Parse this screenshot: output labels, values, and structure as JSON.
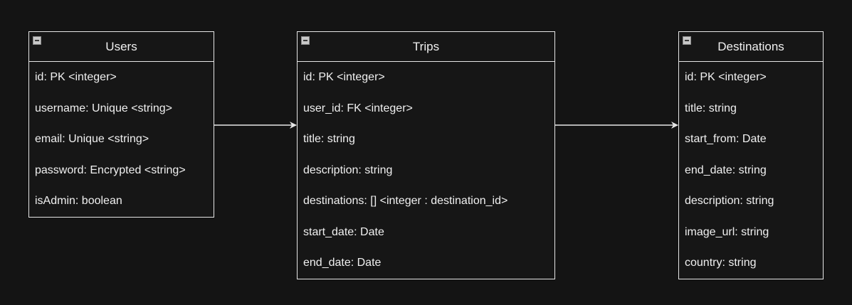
{
  "entities": {
    "users": {
      "title": "Users",
      "fields": [
        "id: PK <integer>",
        "username: Unique <string>",
        "email: Unique <string>",
        "password: Encrypted <string>",
        "isAdmin: boolean"
      ]
    },
    "trips": {
      "title": "Trips",
      "fields": [
        "id: PK <integer>",
        "user_id: FK <integer>",
        "title: string",
        "description: string",
        "destinations: [] <integer : destination_id>",
        "start_date: Date",
        "end_date: Date"
      ]
    },
    "destinations": {
      "title": "Destinations",
      "fields": [
        "id: PK <integer>",
        "title: string",
        "start_from: Date",
        "end_date: string",
        "description: string",
        "image_url: string",
        "country: string"
      ]
    }
  },
  "colors": {
    "background": "#141414",
    "stroke": "#e6e6e6",
    "text": "#f0f0f0"
  }
}
